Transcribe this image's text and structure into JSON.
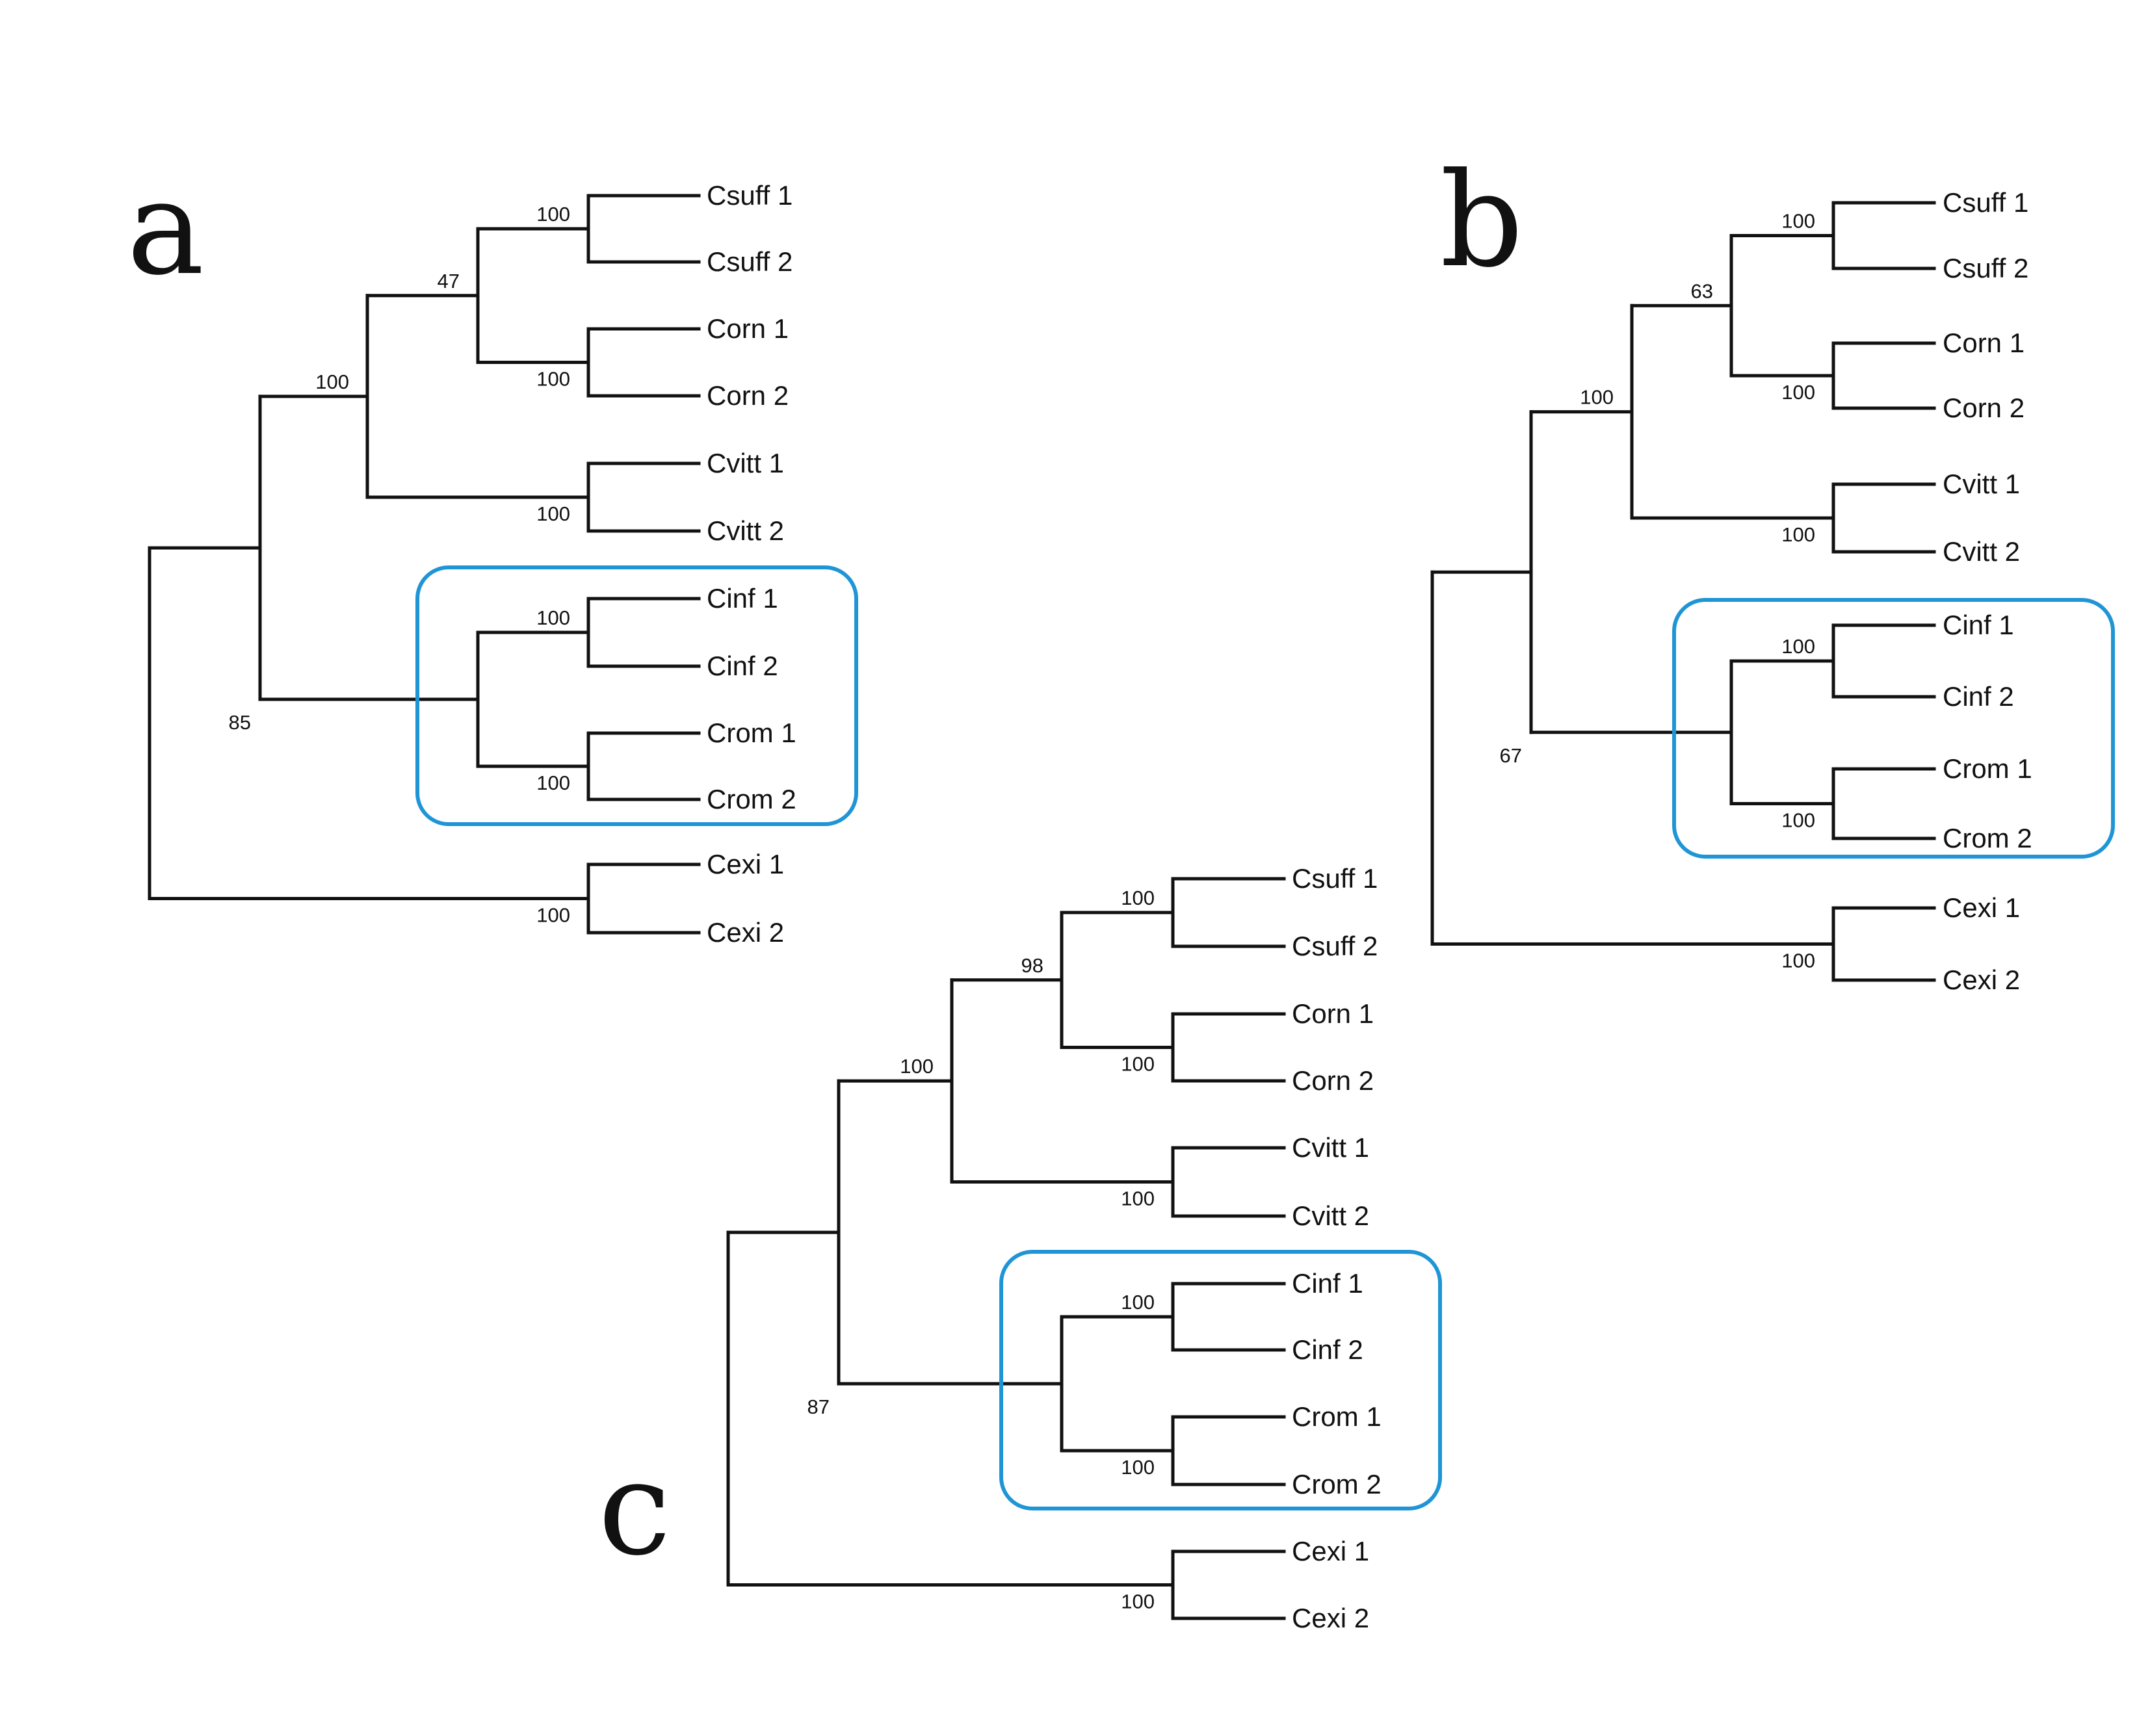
{
  "panels": [
    {
      "letter": "a",
      "taxa": [
        "Csuff 1",
        "Csuff 2",
        "Corn 1",
        "Corn 2",
        "Cvitt 1",
        "Cvitt 2",
        "Cinf 1",
        "Cinf 2",
        "Crom 1",
        "Crom 2",
        "Cexi 1",
        "Cexi 2"
      ],
      "support": {
        "csuff": "100",
        "csuff_corn": "47",
        "corn": "100",
        "ingroup_main": "100",
        "cvitt": "100",
        "cinf": "100",
        "cinf_crom": "85",
        "crom": "100",
        "cexi": "100"
      }
    },
    {
      "letter": "b",
      "taxa": [
        "Csuff 1",
        "Csuff 2",
        "Corn 1",
        "Corn 2",
        "Cvitt 1",
        "Cvitt 2",
        "Cinf 1",
        "Cinf 2",
        "Crom 1",
        "Crom 2",
        "Cexi 1",
        "Cexi 2"
      ],
      "support": {
        "csuff": "100",
        "csuff_corn": "63",
        "corn": "100",
        "ingroup_main": "100",
        "cvitt": "100",
        "cinf": "100",
        "cinf_crom": "67",
        "crom": "100",
        "cexi": "100"
      }
    },
    {
      "letter": "c",
      "taxa": [
        "Csuff 1",
        "Csuff 2",
        "Corn 1",
        "Corn 2",
        "Cvitt 1",
        "Cvitt 2",
        "Cinf 1",
        "Cinf 2",
        "Crom 1",
        "Crom 2",
        "Cexi 1",
        "Cexi 2"
      ],
      "support": {
        "csuff": "100",
        "csuff_corn": "98",
        "corn": "100",
        "ingroup_main": "100",
        "cvitt": "100",
        "cinf": "100",
        "cinf_crom": "87",
        "crom": "100",
        "cexi": "100"
      }
    }
  ],
  "colors": {
    "branch": "#111111",
    "clade_highlight": "#1f95d6"
  }
}
